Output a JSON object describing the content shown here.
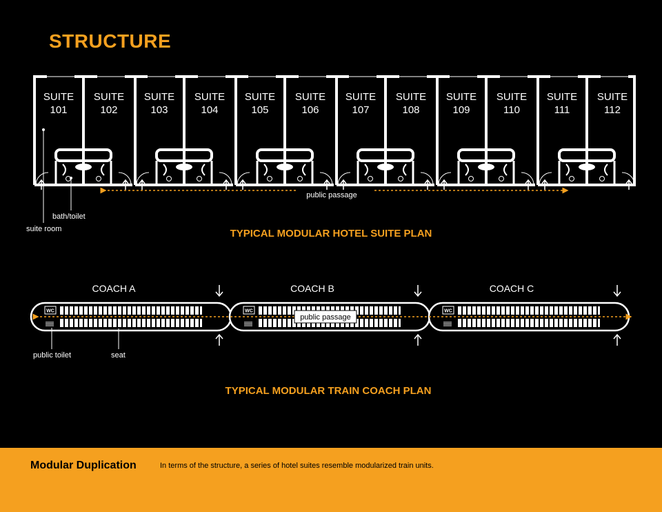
{
  "page": {
    "title": "STRUCTURE"
  },
  "hotel": {
    "suites": [
      {
        "word": "SUITE",
        "number": "101"
      },
      {
        "word": "SUITE",
        "number": "102"
      },
      {
        "word": "SUITE",
        "number": "103"
      },
      {
        "word": "SUITE",
        "number": "104"
      },
      {
        "word": "SUITE",
        "number": "105"
      },
      {
        "word": "SUITE",
        "number": "106"
      },
      {
        "word": "SUITE",
        "number": "107"
      },
      {
        "word": "SUITE",
        "number": "108"
      },
      {
        "word": "SUITE",
        "number": "109"
      },
      {
        "word": "SUITE",
        "number": "110"
      },
      {
        "word": "SUITE",
        "number": "111"
      },
      {
        "word": "SUITE",
        "number": "112"
      }
    ],
    "labels": {
      "public_passage": "public passage",
      "bath_toilet": "bath/toilet",
      "suite_room": "suite room"
    },
    "plan_title": "TYPICAL MODULAR HOTEL SUITE PLAN"
  },
  "train": {
    "coaches": [
      {
        "label": "COACH  A"
      },
      {
        "label": "COACH  B"
      },
      {
        "label": "COACH  C"
      }
    ],
    "wc_label": "WC",
    "labels": {
      "public_passage": "public passage",
      "public_toilet": "public toilet",
      "seat": "seat"
    },
    "plan_title": "TYPICAL MODULAR TRAIN COACH PLAN"
  },
  "footer": {
    "title": "Modular Duplication",
    "text": "In terms of the structure, a series of hotel suites resemble modularized train units."
  },
  "colors": {
    "accent": "#f5a01f",
    "background": "#000000",
    "lines": "#ffffff"
  }
}
